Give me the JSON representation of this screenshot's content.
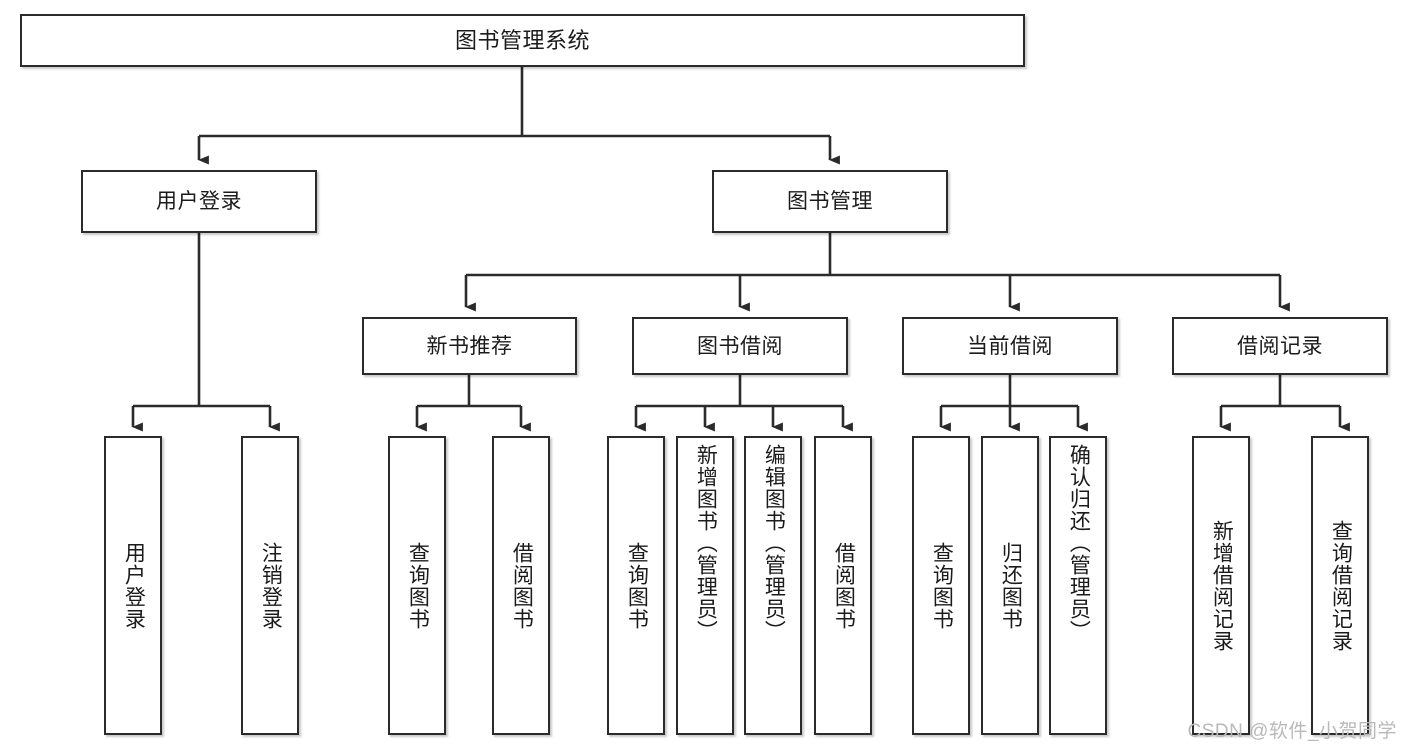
{
  "diagram": {
    "title": "图书管理系统",
    "type": "tree-hierarchy",
    "watermark": "CSDN @软件_小贺同学",
    "colors": {
      "box_border": "#2b2b2b",
      "box_fill": "#ffffff",
      "connector": "#2b2b2b",
      "watermark": "#b9b9b9"
    },
    "root": {
      "label": "图书管理系统"
    },
    "level2": [
      {
        "id": "user-login",
        "label": "用户登录"
      },
      {
        "id": "book-management",
        "label": "图书管理"
      }
    ],
    "level3": [
      {
        "id": "new-book-recommend",
        "label": "新书推荐"
      },
      {
        "id": "book-borrow",
        "label": "图书借阅"
      },
      {
        "id": "current-borrow",
        "label": "当前借阅"
      },
      {
        "id": "borrow-record",
        "label": "借阅记录"
      }
    ],
    "leaves": {
      "user_login": [
        {
          "id": "leaf-user-login",
          "label": "用户登录"
        },
        {
          "id": "leaf-logout-login",
          "label": "注销登录"
        }
      ],
      "new_book_recommend": [
        {
          "id": "leaf-query-book-1",
          "label": "查询图书"
        },
        {
          "id": "leaf-borrow-book-1",
          "label": "借阅图书"
        }
      ],
      "book_borrow": [
        {
          "id": "leaf-query-book-2",
          "label": "查询图书"
        },
        {
          "id": "leaf-add-book-admin",
          "label": "新增图书（管理员）"
        },
        {
          "id": "leaf-edit-book-admin",
          "label": "编辑图书（管理员）"
        },
        {
          "id": "leaf-borrow-book-2",
          "label": "借阅图书"
        }
      ],
      "current_borrow": [
        {
          "id": "leaf-query-book-3",
          "label": "查询图书"
        },
        {
          "id": "leaf-return-book",
          "label": "归还图书"
        },
        {
          "id": "leaf-confirm-return-admin",
          "label": "确认归还（管理员）"
        }
      ],
      "borrow_record": [
        {
          "id": "leaf-add-borrow-record",
          "label": "新增借阅记录"
        },
        {
          "id": "leaf-query-borrow-record",
          "label": "查询借阅记录"
        }
      ]
    }
  }
}
